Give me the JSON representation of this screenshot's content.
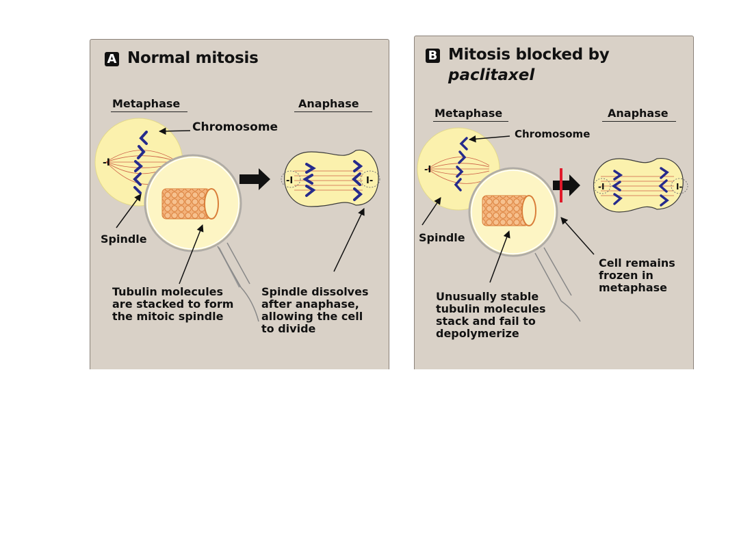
{
  "panel_a": {
    "badge": "A",
    "title": "Normal mitosis",
    "metaphase_label": "Metaphase",
    "anaphase_label": "Anaphase",
    "chromosome_label": "Chromosome",
    "spindle_label": "Spindle",
    "tubulin_note": [
      "Tubulin molecules",
      "are stacked to form",
      "the mitoic spindle"
    ],
    "dissolve_note": [
      "Spindle dissolves",
      "after anaphase,",
      "allowing the cell",
      "to divide"
    ]
  },
  "panel_b": {
    "badge": "B",
    "title_line1": "Mitosis blocked by",
    "title_line2": "paclitaxel",
    "metaphase_label": "Metaphase",
    "anaphase_label": "Anaphase",
    "chromosome_label": "Chromosome",
    "spindle_label": "Spindle",
    "frozen_note": [
      "Cell remains",
      "frozen in",
      "metaphase"
    ],
    "stable_note": [
      "Unusually stable",
      "tubulin molecules",
      "stack and fail to",
      "depolymerize"
    ]
  },
  "colors": {
    "panel_bg": "#d9d1c7",
    "cell_fill": "#fbf1ad",
    "chromosome": "#262b8c",
    "spindle_fiber": "#c0392b",
    "tubulin": "#e8a060",
    "block_mark": "#e0192a"
  }
}
